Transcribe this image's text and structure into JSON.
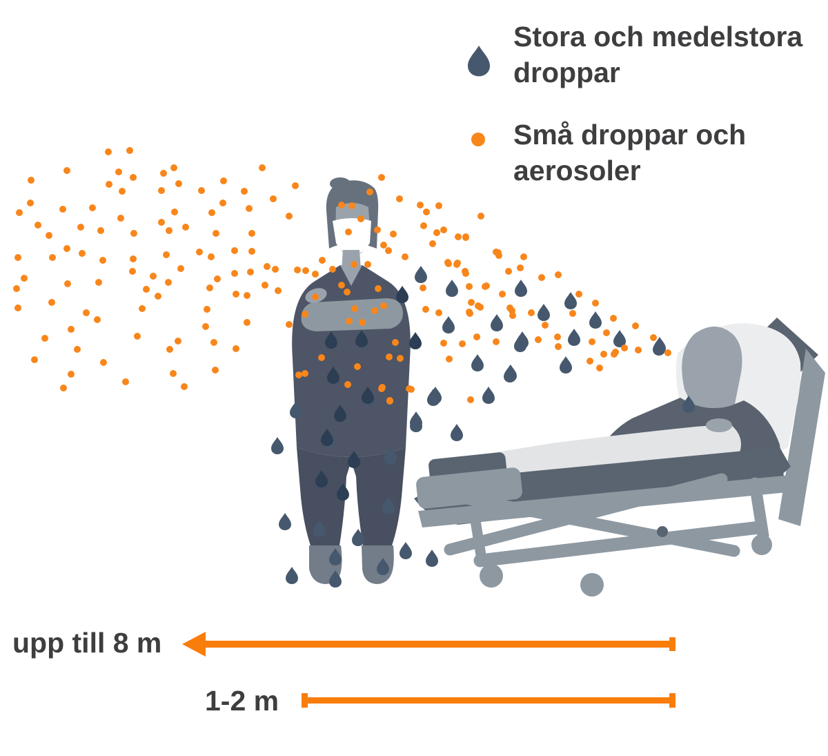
{
  "legend": {
    "items": [
      {
        "icon": "large-droplet-icon",
        "label": "Stora och medelstora droppar"
      },
      {
        "icon": "small-droplet-icon",
        "label": "Små droppar och aerosoler"
      }
    ]
  },
  "measurements": {
    "aerosol_range": {
      "label": "upp till 8 m"
    },
    "droplet_range": {
      "label": "1-2 m"
    }
  },
  "palette": {
    "background": "#FFFFFF",
    "text_dark": "#3E3E40",
    "aerosol_orange": "#F8861B",
    "arrow_orange": "#F97D0B",
    "droplet_blue": "#46586D",
    "droplet_dark": "#2C3E54",
    "scrub": "#4D5566",
    "pants": "#474F60",
    "hair": "#67707D",
    "skin": "#9AA3AC",
    "mask_white": "#FFFFFF",
    "arm_grey": "#8E98A1",
    "shoe_grey": "#737D89",
    "frame_light": "#8E98A1",
    "slab_dark": "#5A6370",
    "shirt": "#59626E",
    "blanket": "#E2E4E6",
    "pillow": "#ECEDEF"
  },
  "particles": {
    "aerosol_radius": 5,
    "aerosols": [
      [
        157,
        220
      ],
      [
        188,
        218
      ],
      [
        97,
        247
      ],
      [
        172,
        249
      ],
      [
        252,
        243
      ],
      [
        237,
        251
      ],
      [
        193,
        257
      ],
      [
        45,
        261
      ],
      [
        259,
        266
      ],
      [
        324,
        262
      ],
      [
        158,
        267
      ],
      [
        380,
        243
      ],
      [
        177,
        277
      ],
      [
        234,
        276
      ],
      [
        292,
        276
      ],
      [
        354,
        277
      ],
      [
        428,
        269
      ],
      [
        44,
        294
      ],
      [
        28,
        308
      ],
      [
        91,
        303
      ],
      [
        134,
        301
      ],
      [
        396,
        288
      ],
      [
        55,
        326
      ],
      [
        117,
        329
      ],
      [
        175,
        316
      ],
      [
        146,
        334
      ],
      [
        234,
        322
      ],
      [
        253,
        307
      ],
      [
        307,
        308
      ],
      [
        323,
        294
      ],
      [
        361,
        302
      ],
      [
        71,
        341
      ],
      [
        194,
        338
      ],
      [
        245,
        334
      ],
      [
        269,
        329
      ],
      [
        313,
        338
      ],
      [
        365,
        338
      ],
      [
        419,
        313
      ],
      [
        97,
        360
      ],
      [
        119,
        367
      ],
      [
        26,
        373
      ],
      [
        76,
        373
      ],
      [
        149,
        377
      ],
      [
        193,
        375
      ],
      [
        241,
        369
      ],
      [
        289,
        365
      ],
      [
        306,
        372
      ],
      [
        340,
        363
      ],
      [
        365,
        364
      ],
      [
        387,
        386
      ],
      [
        399,
        390
      ],
      [
        431,
        391
      ],
      [
        192,
        393
      ],
      [
        222,
        400
      ],
      [
        262,
        389
      ],
      [
        340,
        396
      ],
      [
        363,
        394
      ],
      [
        315,
        404
      ],
      [
        35,
        403
      ],
      [
        24,
        418
      ],
      [
        98,
        411
      ],
      [
        143,
        409
      ],
      [
        212,
        419
      ],
      [
        229,
        429
      ],
      [
        244,
        409
      ],
      [
        304,
        417
      ],
      [
        342,
        426
      ],
      [
        358,
        428
      ],
      [
        403,
        421
      ],
      [
        384,
        413
      ],
      [
        75,
        438
      ],
      [
        26,
        446
      ],
      [
        206,
        447
      ],
      [
        125,
        453
      ],
      [
        300,
        448
      ],
      [
        141,
        463
      ],
      [
        103,
        477
      ],
      [
        298,
        473
      ],
      [
        419,
        470
      ],
      [
        358,
        467
      ],
      [
        65,
        490
      ],
      [
        199,
        487
      ],
      [
        258,
        494
      ],
      [
        310,
        496
      ],
      [
        112,
        506
      ],
      [
        246,
        506
      ],
      [
        342,
        505
      ],
      [
        50,
        521
      ],
      [
        150,
        525
      ],
      [
        103,
        542
      ],
      [
        251,
        541
      ],
      [
        312,
        536
      ],
      [
        182,
        553
      ],
      [
        92,
        562
      ],
      [
        267,
        560
      ],
      [
        495,
        297
      ],
      [
        510,
        298
      ],
      [
        523,
        317
      ],
      [
        505,
        336
      ],
      [
        536,
        278
      ],
      [
        553,
        257
      ],
      [
        579,
        288
      ],
      [
        609,
        297
      ],
      [
        618,
        307
      ],
      [
        636,
        298
      ],
      [
        633,
        337
      ],
      [
        614,
        327
      ],
      [
        570,
        339
      ],
      [
        556,
        355
      ],
      [
        563,
        363
      ],
      [
        587,
        372
      ],
      [
        627,
        353
      ],
      [
        664,
        343
      ],
      [
        675,
        344
      ],
      [
        697,
        313
      ],
      [
        719,
        365
      ],
      [
        723,
        370
      ],
      [
        737,
        393
      ],
      [
        650,
        382
      ],
      [
        662,
        383
      ],
      [
        674,
        393
      ],
      [
        703,
        415
      ],
      [
        613,
        417
      ],
      [
        617,
        448
      ],
      [
        636,
        453
      ],
      [
        680,
        452
      ],
      [
        693,
        443
      ],
      [
        742,
        450
      ],
      [
        547,
        333
      ],
      [
        548,
        418
      ],
      [
        533,
        383
      ],
      [
        513,
        383
      ],
      [
        482,
        390
      ],
      [
        457,
        397
      ],
      [
        467,
        377
      ],
      [
        443,
        392
      ],
      [
        495,
        413
      ],
      [
        503,
        423
      ],
      [
        543,
        450
      ],
      [
        556,
        443
      ],
      [
        514,
        447
      ],
      [
        506,
        465
      ],
      [
        525,
        467
      ],
      [
        442,
        455
      ],
      [
        457,
        430
      ],
      [
        466,
        518
      ],
      [
        518,
        531
      ],
      [
        564,
        517
      ],
      [
        573,
        496
      ],
      [
        580,
        519
      ],
      [
        504,
        557
      ],
      [
        554,
        561
      ],
      [
        565,
        580
      ],
      [
        442,
        541
      ],
      [
        593,
        563
      ],
      [
        433,
        543
      ],
      [
        553,
        563
      ],
      [
        596,
        564
      ],
      [
        565,
        581
      ],
      [
        682,
        579
      ],
      [
        643,
        333
      ],
      [
        675,
        343
      ],
      [
        722,
        366
      ],
      [
        759,
        372
      ],
      [
        649,
        380
      ],
      [
        663,
        381
      ],
      [
        754,
        388
      ],
      [
        675,
        396
      ],
      [
        785,
        402
      ],
      [
        809,
        398
      ],
      [
        680,
        415
      ],
      [
        705,
        414
      ],
      [
        728,
        426
      ],
      [
        839,
        426
      ],
      [
        683,
        438
      ],
      [
        696,
        445
      ],
      [
        739,
        446
      ],
      [
        743,
        457
      ],
      [
        681,
        454
      ],
      [
        770,
        453
      ],
      [
        863,
        439
      ],
      [
        830,
        454
      ],
      [
        790,
        471
      ],
      [
        889,
        461
      ],
      [
        921,
        472
      ],
      [
        879,
        482
      ],
      [
        691,
        488
      ],
      [
        643,
        497
      ],
      [
        670,
        498
      ],
      [
        719,
        495
      ],
      [
        780,
        492
      ],
      [
        808,
        488
      ],
      [
        858,
        495
      ],
      [
        809,
        502
      ],
      [
        651,
        520
      ],
      [
        892,
        510
      ],
      [
        905,
        504
      ],
      [
        925,
        507
      ],
      [
        855,
        523
      ],
      [
        875,
        513
      ],
      [
        890,
        513
      ],
      [
        968,
        511
      ],
      [
        869,
        533
      ],
      [
        947,
        489
      ]
    ],
    "droplets": [
      [
        610,
        397
      ],
      [
        655,
        417
      ],
      [
        755,
        417
      ],
      [
        788,
        452
      ],
      [
        827,
        435
      ],
      [
        863,
        463
      ],
      [
        720,
        467
      ],
      [
        650,
        470
      ],
      [
        757,
        492
      ],
      [
        832,
        488
      ],
      [
        898,
        490
      ],
      [
        955,
        502
      ],
      [
        820,
        528
      ],
      [
        739,
        541
      ],
      [
        692,
        525
      ],
      [
        998,
        585
      ],
      [
        956,
        500
      ],
      [
        754,
        497
      ],
      [
        740,
        540
      ],
      [
        708,
        572
      ],
      [
        631,
        572
      ],
      [
        603,
        608
      ],
      [
        662,
        626
      ],
      [
        429,
        593
      ],
      [
        534,
        575
      ],
      [
        628,
        575
      ],
      [
        603,
        613
      ],
      [
        402,
        645
      ],
      [
        477,
        636
      ],
      [
        566,
        660
      ],
      [
        413,
        755
      ],
      [
        463,
        765
      ],
      [
        519,
        778
      ],
      [
        588,
        797
      ],
      [
        626,
        808
      ],
      [
        486,
        806
      ],
      [
        555,
        820
      ],
      [
        423,
        833
      ],
      [
        486,
        838
      ],
      [
        563,
        732
      ]
    ],
    "droplets_on_figure": [
      [
        480,
        492
      ],
      [
        524,
        490
      ],
      [
        483,
        543
      ],
      [
        533,
        572
      ],
      [
        474,
        633
      ],
      [
        493,
        598
      ],
      [
        513,
        665
      ],
      [
        466,
        693
      ],
      [
        497,
        712
      ],
      [
        602,
        493
      ],
      [
        583,
        426
      ]
    ]
  }
}
